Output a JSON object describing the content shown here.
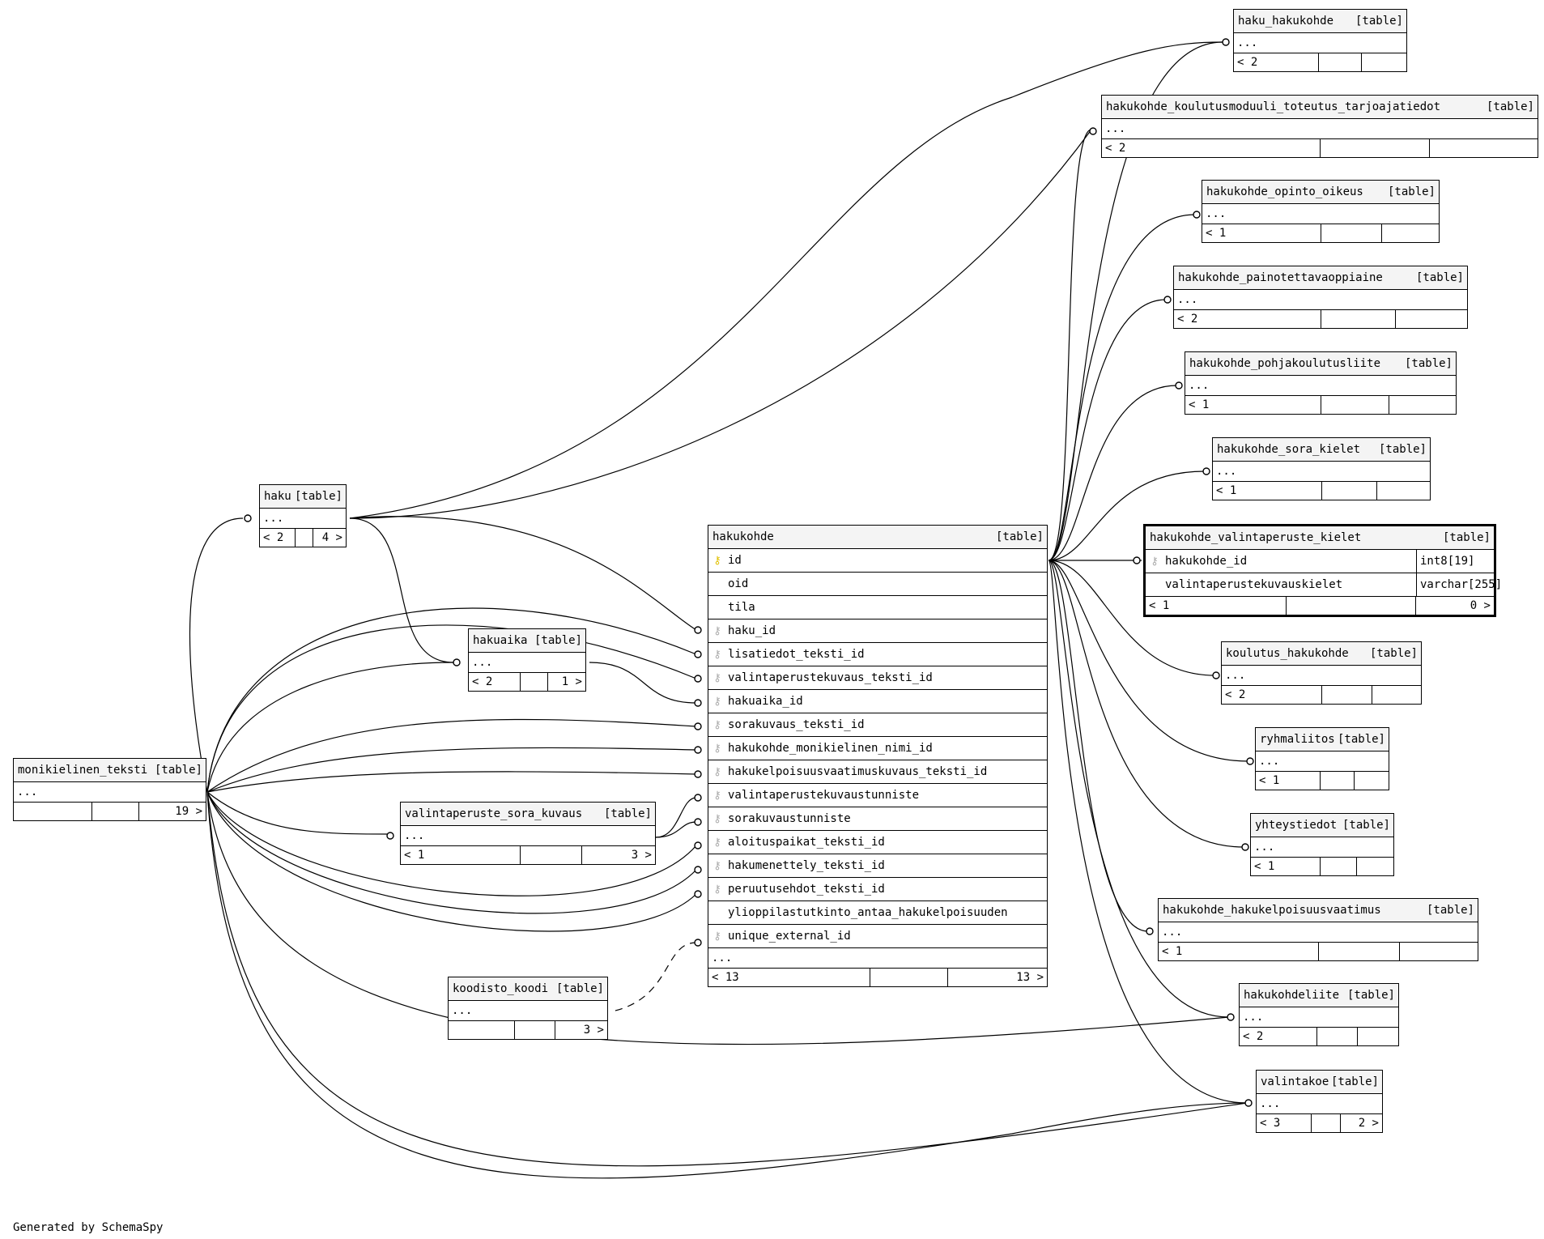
{
  "tables": {
    "haku_hakukohde": {
      "name": "haku_hakukohde",
      "tag": "[table]",
      "ellipsis": "...",
      "left": "< 2",
      "right": ""
    },
    "tarjoaja": {
      "name": "hakukohde_koulutusmoduuli_toteutus_tarjoajatiedot",
      "tag": "[table]",
      "ellipsis": "...",
      "left": "< 2",
      "right": ""
    },
    "opinto_oikeus": {
      "name": "hakukohde_opinto_oikeus",
      "tag": "[table]",
      "ellipsis": "...",
      "left": "< 1",
      "right": ""
    },
    "painotettava": {
      "name": "hakukohde_painotettavaoppiaine",
      "tag": "[table]",
      "ellipsis": "...",
      "left": "< 2",
      "right": ""
    },
    "pohjakoulutus": {
      "name": "hakukohde_pohjakoulutusliite",
      "tag": "[table]",
      "ellipsis": "...",
      "left": "< 1",
      "right": ""
    },
    "sora_kielet": {
      "name": "hakukohde_sora_kielet",
      "tag": "[table]",
      "ellipsis": "...",
      "left": "< 1",
      "right": ""
    },
    "valintaperuste_kielet": {
      "name": "hakukohde_valintaperuste_kielet",
      "tag": "[table]",
      "left": "< 1",
      "right": "0 >",
      "columns": [
        {
          "name": "hakukohde_id",
          "type": "int8[19]",
          "key": "fk"
        },
        {
          "name": "valintaperustekuvauskielet",
          "type": "varchar[255]",
          "key": ""
        }
      ]
    },
    "koulutus_hakukohde": {
      "name": "koulutus_hakukohde",
      "tag": "[table]",
      "ellipsis": "...",
      "left": "< 2",
      "right": ""
    },
    "ryhmaliitos": {
      "name": "ryhmaliitos",
      "tag": "[table]",
      "ellipsis": "...",
      "left": "< 1",
      "right": ""
    },
    "yhteystiedot": {
      "name": "yhteystiedot",
      "tag": "[table]",
      "ellipsis": "...",
      "left": "< 1",
      "right": ""
    },
    "hakukelpoisuus": {
      "name": "hakukohde_hakukelpoisuusvaatimus",
      "tag": "[table]",
      "ellipsis": "...",
      "left": "< 1",
      "right": ""
    },
    "hakukohdeliite": {
      "name": "hakukohdeliite",
      "tag": "[table]",
      "ellipsis": "...",
      "left": "< 2",
      "right": ""
    },
    "valintakoe": {
      "name": "valintakoe",
      "tag": "[table]",
      "ellipsis": "...",
      "left": "< 3",
      "right": "2 >"
    },
    "haku": {
      "name": "haku",
      "tag": "[table]",
      "ellipsis": "...",
      "left": "< 2",
      "right": "4 >"
    },
    "hakuaika": {
      "name": "hakuaika",
      "tag": "[table]",
      "ellipsis": "...",
      "left": "< 2",
      "right": "1 >"
    },
    "monikielinen_teksti": {
      "name": "monikielinen_teksti",
      "tag": "[table]",
      "ellipsis": "...",
      "left": "",
      "right": "19 >"
    },
    "valintaperuste_sora_kuvaus": {
      "name": "valintaperuste_sora_kuvaus",
      "tag": "[table]",
      "ellipsis": "...",
      "left": "< 1",
      "right": "3 >"
    },
    "koodisto_koodi": {
      "name": "koodisto_koodi",
      "tag": "[table]",
      "ellipsis": "...",
      "left": "",
      "right": "3 >"
    },
    "hakukohde": {
      "name": "hakukohde",
      "tag": "[table]",
      "ellipsis": "...",
      "left": "< 13",
      "right": "13 >",
      "columns": [
        {
          "name": "id",
          "key": "pk"
        },
        {
          "name": "oid",
          "key": ""
        },
        {
          "name": "tila",
          "key": ""
        },
        {
          "name": "haku_id",
          "key": "fk"
        },
        {
          "name": "lisatiedot_teksti_id",
          "key": "fk"
        },
        {
          "name": "valintaperustekuvaus_teksti_id",
          "key": "fk"
        },
        {
          "name": "hakuaika_id",
          "key": "fk"
        },
        {
          "name": "sorakuvaus_teksti_id",
          "key": "fk"
        },
        {
          "name": "hakukohde_monikielinen_nimi_id",
          "key": "fk"
        },
        {
          "name": "hakukelpoisuusvaatimuskuvaus_teksti_id",
          "key": "fk"
        },
        {
          "name": "valintaperustekuvaustunniste",
          "key": "fk"
        },
        {
          "name": "sorakuvaustunniste",
          "key": "fk"
        },
        {
          "name": "aloituspaikat_teksti_id",
          "key": "fk"
        },
        {
          "name": "hakumenettely_teksti_id",
          "key": "fk"
        },
        {
          "name": "peruutusehdot_teksti_id",
          "key": "fk"
        },
        {
          "name": "ylioppilastutkinto_antaa_hakukelpoisuuden",
          "key": ""
        },
        {
          "name": "unique_external_id",
          "key": "fk"
        }
      ]
    }
  },
  "footer": "Generated by SchemaSpy",
  "icons": {
    "primary_key": "key-icon-gold",
    "foreign_key": "key-icon-grey"
  }
}
